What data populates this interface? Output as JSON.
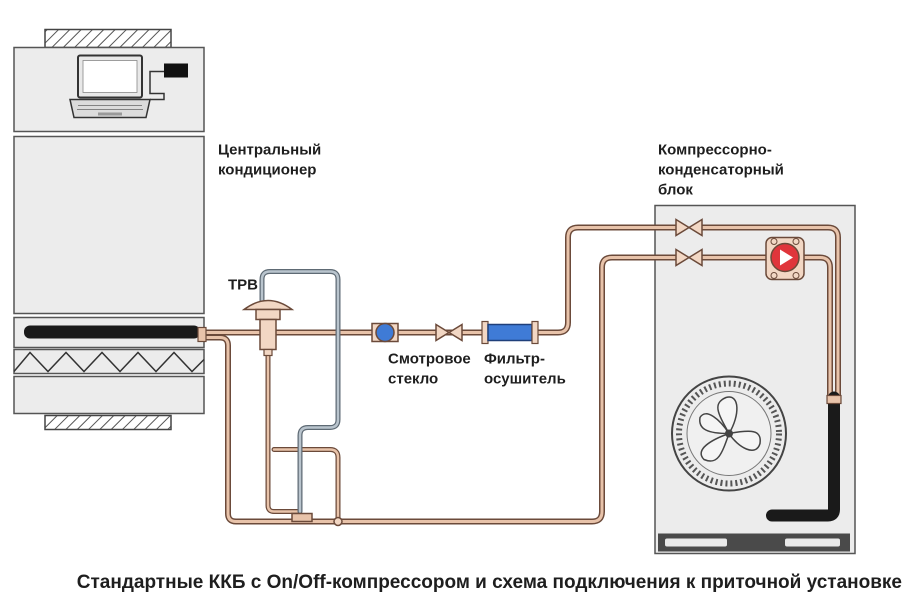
{
  "labels": {
    "central_ac_line1": "Центральный",
    "central_ac_line2": "кондиционер",
    "ccu_line1": "Компрессорно-",
    "ccu_line2": "конденсаторный",
    "ccu_line3": "блок",
    "trv": "ТРВ",
    "sight_glass_line1": "Смотровое",
    "sight_glass_line2": "стекло",
    "filter_line1": "Фильтр-",
    "filter_line2": "осушитель"
  },
  "caption": "Стандартные ККБ с On/Off-компрессором и схема подключения к приточной установке",
  "icons": [
    "laptop-icon",
    "controller-icon",
    "fan-icon",
    "compressor-icon",
    "valve-icon",
    "sight-glass-icon",
    "filter-drier-icon",
    "expansion-valve-icon"
  ],
  "colors": {
    "pipe_copper": "#c9967a",
    "pipe_outline": "#6b4a3a",
    "pipe_gray": "#8e9aa6",
    "unit_fill": "#ececec",
    "coil": "#1a1a1a",
    "filter_blue": "#3f7bd6",
    "compressor_red": "#e0353b"
  }
}
